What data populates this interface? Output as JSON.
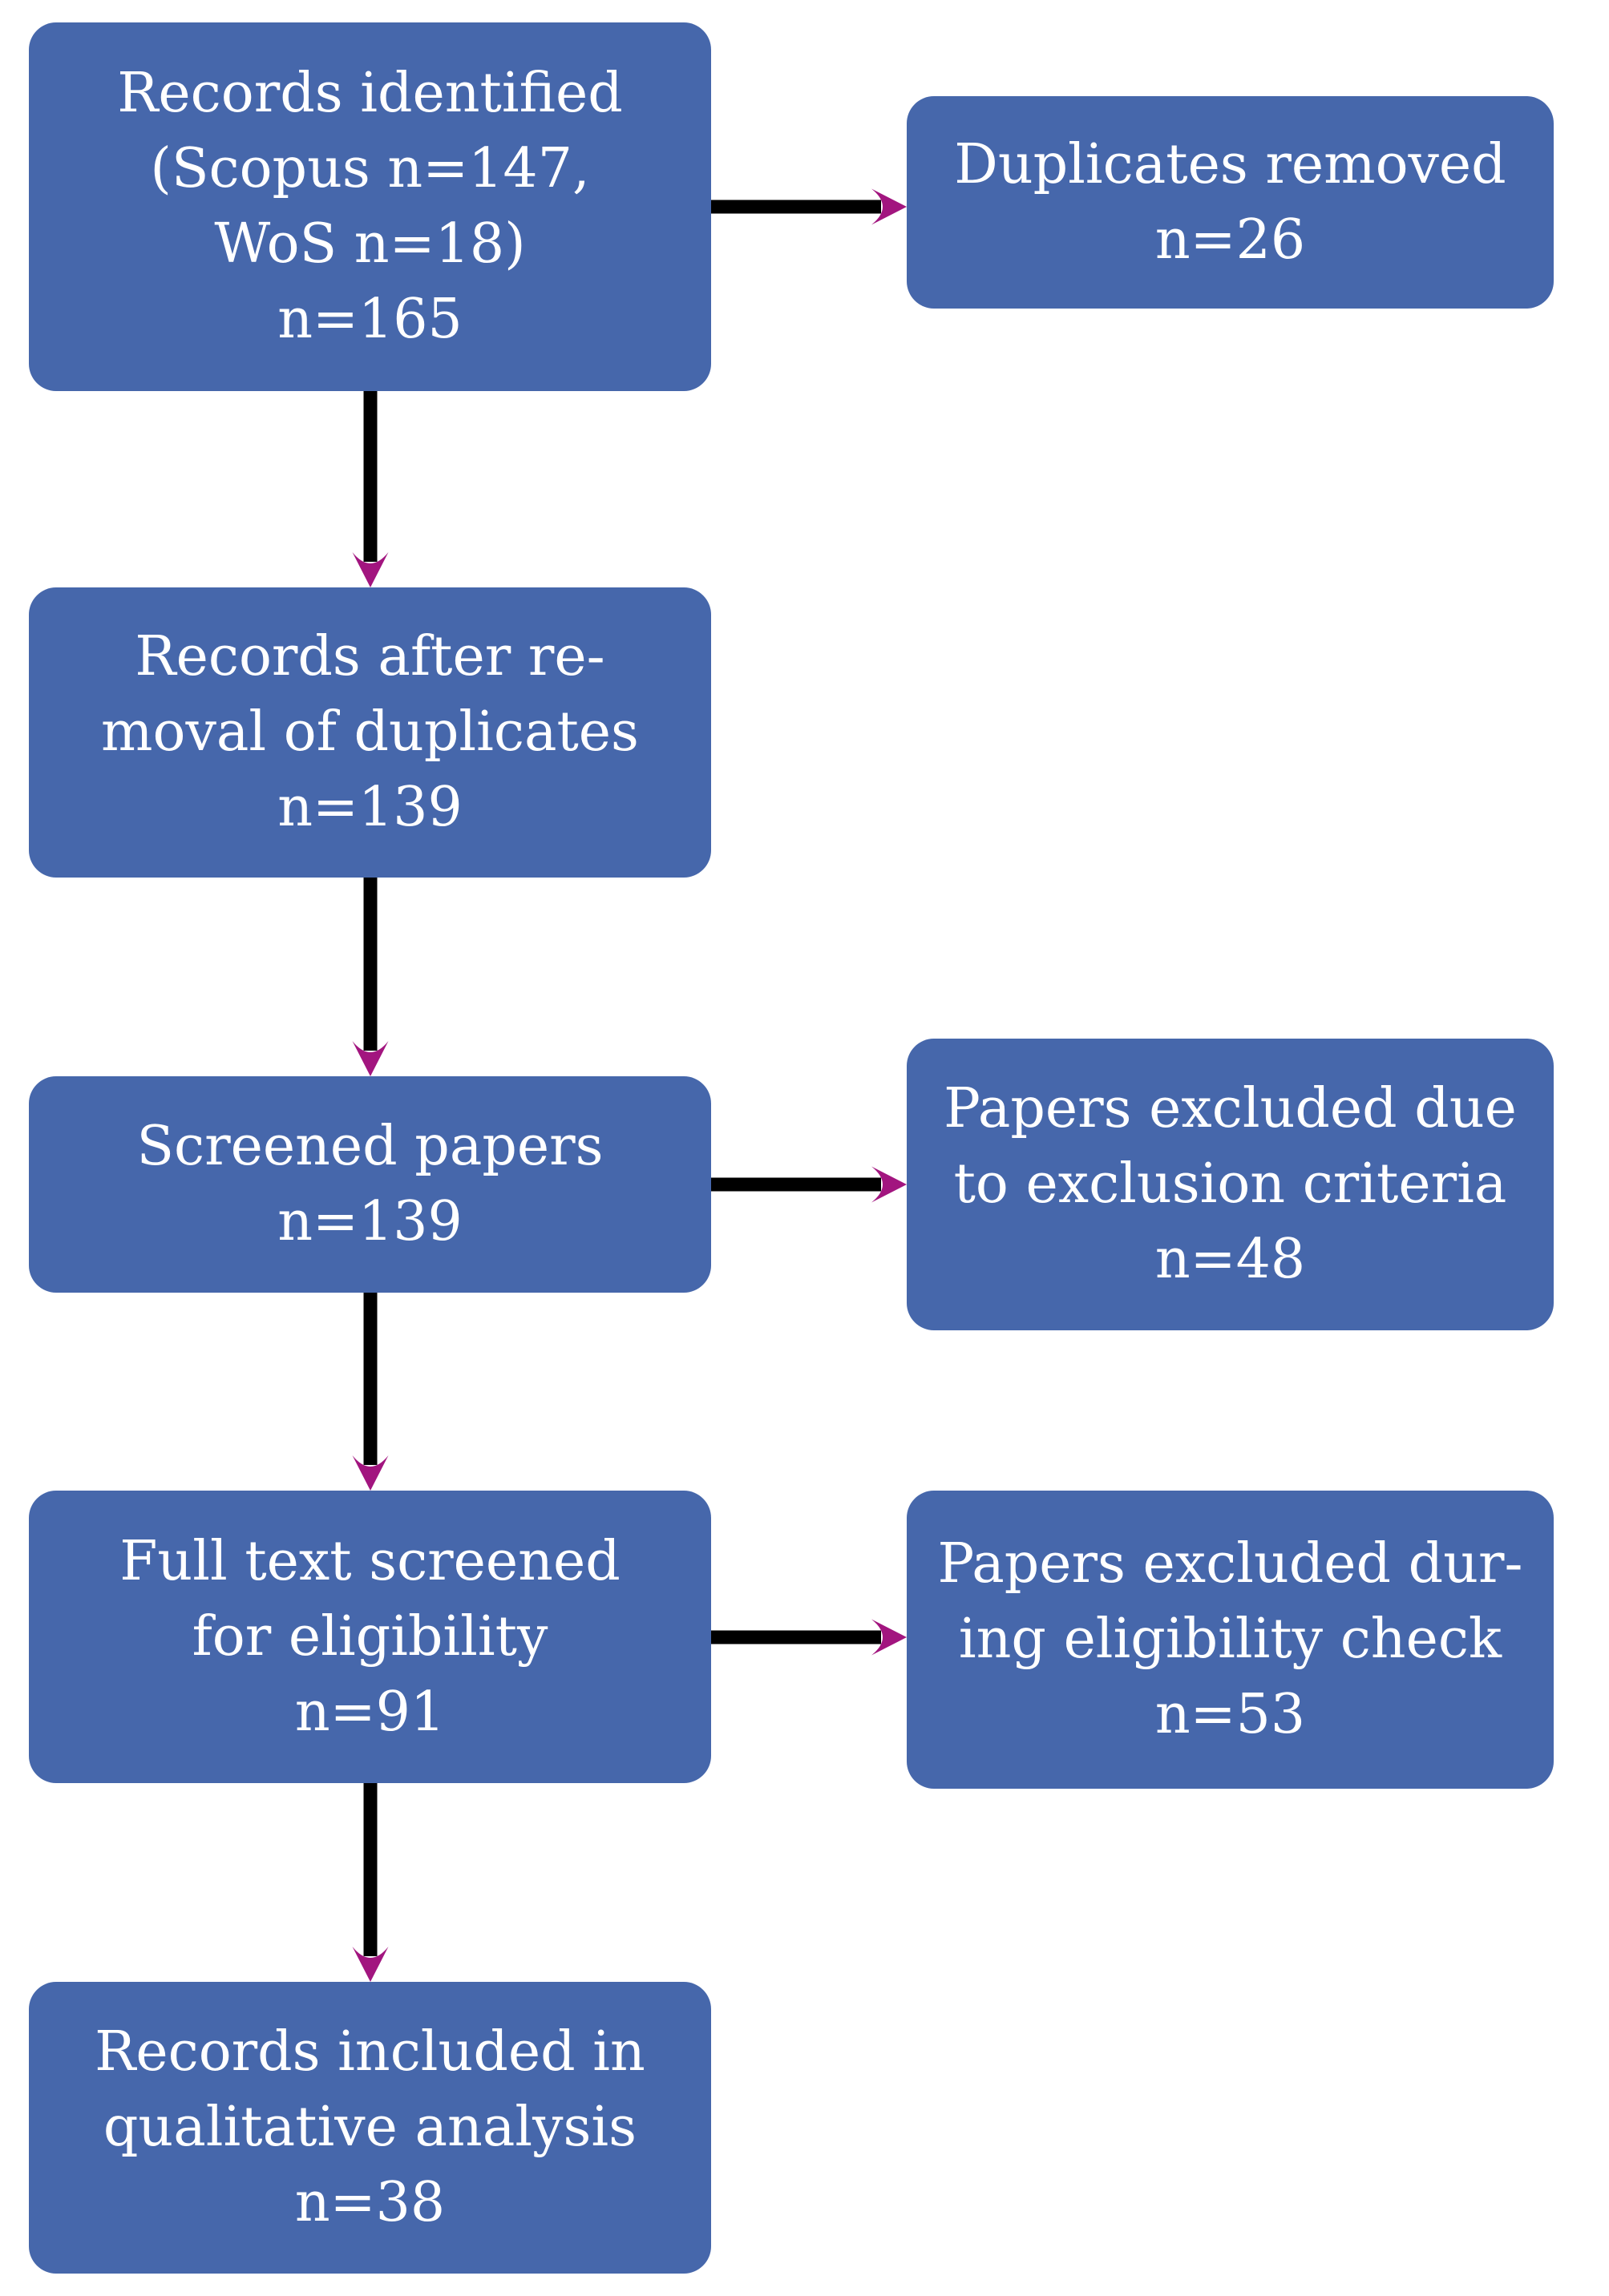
{
  "colors": {
    "bg": "#ffffff",
    "box-fill": "#4667ab",
    "text": "#ffffff",
    "arrow": "#a2157f"
  },
  "nodes": [
    {
      "id": "records-identified",
      "lines": [
        "Records identified",
        "(Scopus n=147,",
        "WoS n=18)",
        "n=165"
      ]
    },
    {
      "id": "duplicates-removed",
      "lines": [
        "Duplicates removed",
        "n=26"
      ]
    },
    {
      "id": "records-after-removal",
      "lines": [
        "Records after re-",
        "moval of duplicates",
        "n=139"
      ]
    },
    {
      "id": "screened-papers",
      "lines": [
        "Screened papers",
        "n=139"
      ]
    },
    {
      "id": "papers-excluded-exclusion-criteria",
      "lines": [
        "Papers excluded due",
        "to exclusion criteria",
        "n=48"
      ]
    },
    {
      "id": "full-text-screened",
      "lines": [
        "Full text screened",
        "for eligibility",
        "n=91"
      ]
    },
    {
      "id": "papers-excluded-eligibility-check",
      "lines": [
        "Papers excluded dur-",
        "ing eligibility check",
        "n=53"
      ]
    },
    {
      "id": "records-included",
      "lines": [
        "Records included in",
        "qualitative analysis",
        "n=38"
      ]
    }
  ],
  "arrows": [
    {
      "from": "records-identified",
      "to": "duplicates-removed",
      "direction": "right"
    },
    {
      "from": "records-identified",
      "to": "records-after-removal",
      "direction": "down"
    },
    {
      "from": "records-after-removal",
      "to": "screened-papers",
      "direction": "down"
    },
    {
      "from": "screened-papers",
      "to": "papers-excluded-exclusion-criteria",
      "direction": "right"
    },
    {
      "from": "screened-papers",
      "to": "full-text-screened",
      "direction": "down"
    },
    {
      "from": "full-text-screened",
      "to": "papers-excluded-eligibility-check",
      "direction": "right"
    },
    {
      "from": "full-text-screened",
      "to": "records-included",
      "direction": "down"
    }
  ]
}
